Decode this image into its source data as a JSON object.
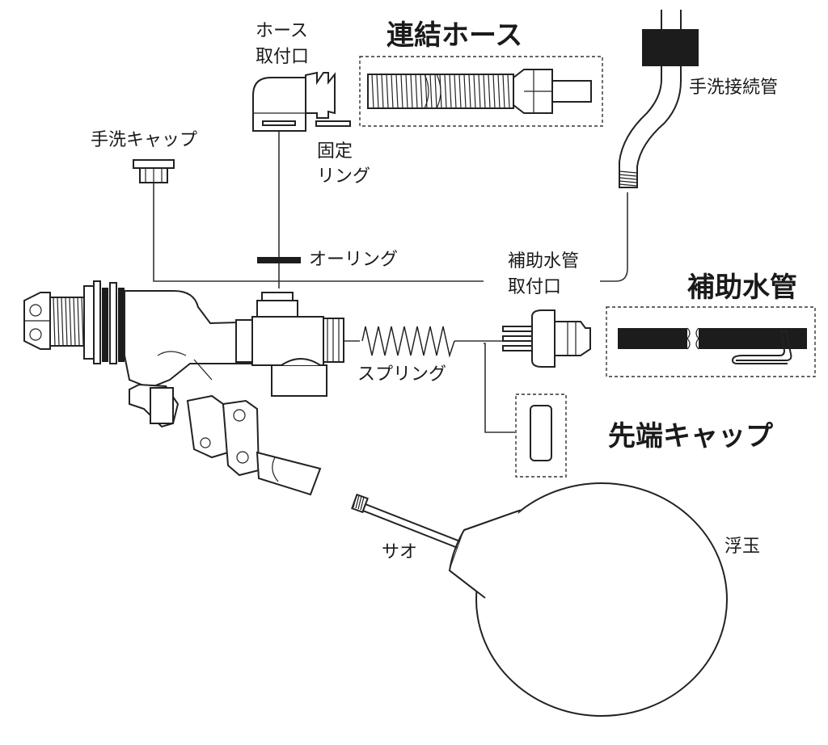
{
  "labels": {
    "hose_mount_1": "ホース",
    "hose_mount_2": "取付口",
    "fixing_ring_1": "固定",
    "fixing_ring_2": "リング",
    "hand_wash_cap": "手洗キャップ",
    "o_ring": "オーリング",
    "aux_pipe_mount_1": "補助水管",
    "aux_pipe_mount_2": "取付口",
    "hand_wash_pipe": "手洗接続管",
    "spring": "スプリング",
    "rod": "サオ",
    "float_ball": "浮玉"
  },
  "headings": {
    "connecting_hose": "連結ホース",
    "aux_water_pipe": "補助水管",
    "tip_cap": "先端キャップ"
  }
}
